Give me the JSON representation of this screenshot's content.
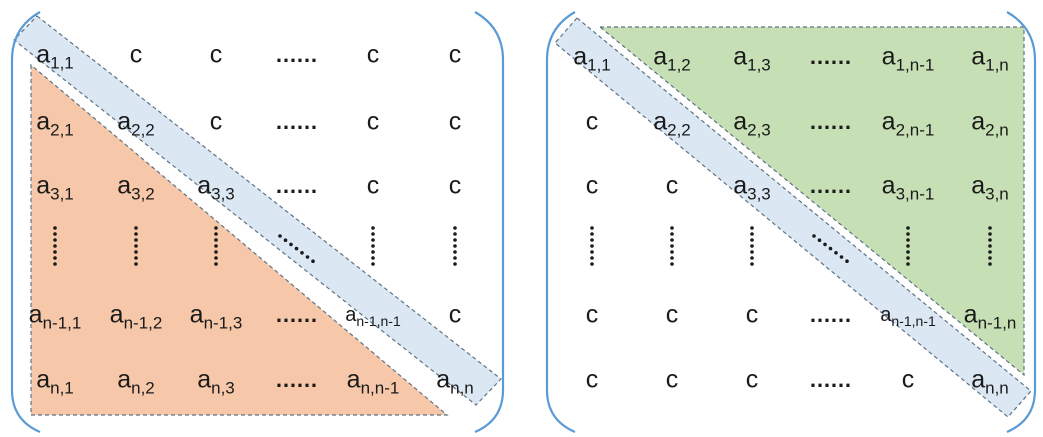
{
  "left_matrix": {
    "rows": [
      [
        {
          "b": "a",
          "s": "1,1"
        },
        {
          "t": "c"
        },
        {
          "t": "c"
        },
        {
          "t": "……"
        },
        {
          "t": "c"
        },
        {
          "t": "c"
        }
      ],
      [
        {
          "b": "a",
          "s": "2,1"
        },
        {
          "b": "a",
          "s": "2,2"
        },
        {
          "t": "c"
        },
        {
          "t": "……"
        },
        {
          "t": "c"
        },
        {
          "t": "c"
        }
      ],
      [
        {
          "b": "a",
          "s": "3,1"
        },
        {
          "b": "a",
          "s": "3,2"
        },
        {
          "b": "a",
          "s": "3,3"
        },
        {
          "t": "……"
        },
        {
          "t": "c"
        },
        {
          "t": "c"
        }
      ],
      [
        {
          "v": true
        },
        {
          "v": true
        },
        {
          "v": true
        },
        {
          "d": true
        },
        {
          "v": true
        },
        {
          "v": true
        }
      ],
      [
        {
          "b": "a",
          "s": "n-1,1"
        },
        {
          "b": "a",
          "s": "n-1,2"
        },
        {
          "b": "a",
          "s": "n-1,3"
        },
        {
          "t": "……"
        },
        {
          "b": "a",
          "s": "n-1,n-1"
        },
        {
          "t": "c"
        }
      ],
      [
        {
          "b": "a",
          "s": "n,1"
        },
        {
          "b": "a",
          "s": "n,2"
        },
        {
          "b": "a",
          "s": "n,3"
        },
        {
          "t": "……"
        },
        {
          "b": "a",
          "s": "n,n-1"
        },
        {
          "b": "a",
          "s": "n,n"
        }
      ]
    ],
    "triangle_color": "#f6c8a9",
    "diagonal_color": "#dbe7f3"
  },
  "right_matrix": {
    "rows": [
      [
        {
          "b": "a",
          "s": "1,1"
        },
        {
          "b": "a",
          "s": "1,2"
        },
        {
          "b": "a",
          "s": "1,3"
        },
        {
          "t": "……"
        },
        {
          "b": "a",
          "s": "1,n-1"
        },
        {
          "b": "a",
          "s": "1,n"
        }
      ],
      [
        {
          "t": "c"
        },
        {
          "b": "a",
          "s": "2,2"
        },
        {
          "b": "a",
          "s": "2,3"
        },
        {
          "t": "……"
        },
        {
          "b": "a",
          "s": "2,n-1"
        },
        {
          "b": "a",
          "s": "2,n"
        }
      ],
      [
        {
          "t": "c"
        },
        {
          "t": "c"
        },
        {
          "b": "a",
          "s": "3,3"
        },
        {
          "t": "……"
        },
        {
          "b": "a",
          "s": "3,n-1"
        },
        {
          "b": "a",
          "s": "3,n"
        }
      ],
      [
        {
          "v": true
        },
        {
          "v": true
        },
        {
          "v": true
        },
        {
          "d": true
        },
        {
          "v": true
        },
        {
          "v": true
        }
      ],
      [
        {
          "t": "c"
        },
        {
          "t": "c"
        },
        {
          "t": "c"
        },
        {
          "t": "……"
        },
        {
          "b": "a",
          "s": "n-1,n-1"
        },
        {
          "b": "a",
          "s": "n-1,n"
        }
      ],
      [
        {
          "t": "c"
        },
        {
          "t": "c"
        },
        {
          "t": "c"
        },
        {
          "t": "……"
        },
        {
          "t": "c"
        },
        {
          "b": "a",
          "s": "n,n"
        }
      ]
    ],
    "triangle_color": "#c6dfb4",
    "diagonal_color": "#dbe7f3"
  },
  "colors": {
    "bracket": "#5b9bd5",
    "dash": "#5f7385",
    "text": "#1a1a1a"
  }
}
